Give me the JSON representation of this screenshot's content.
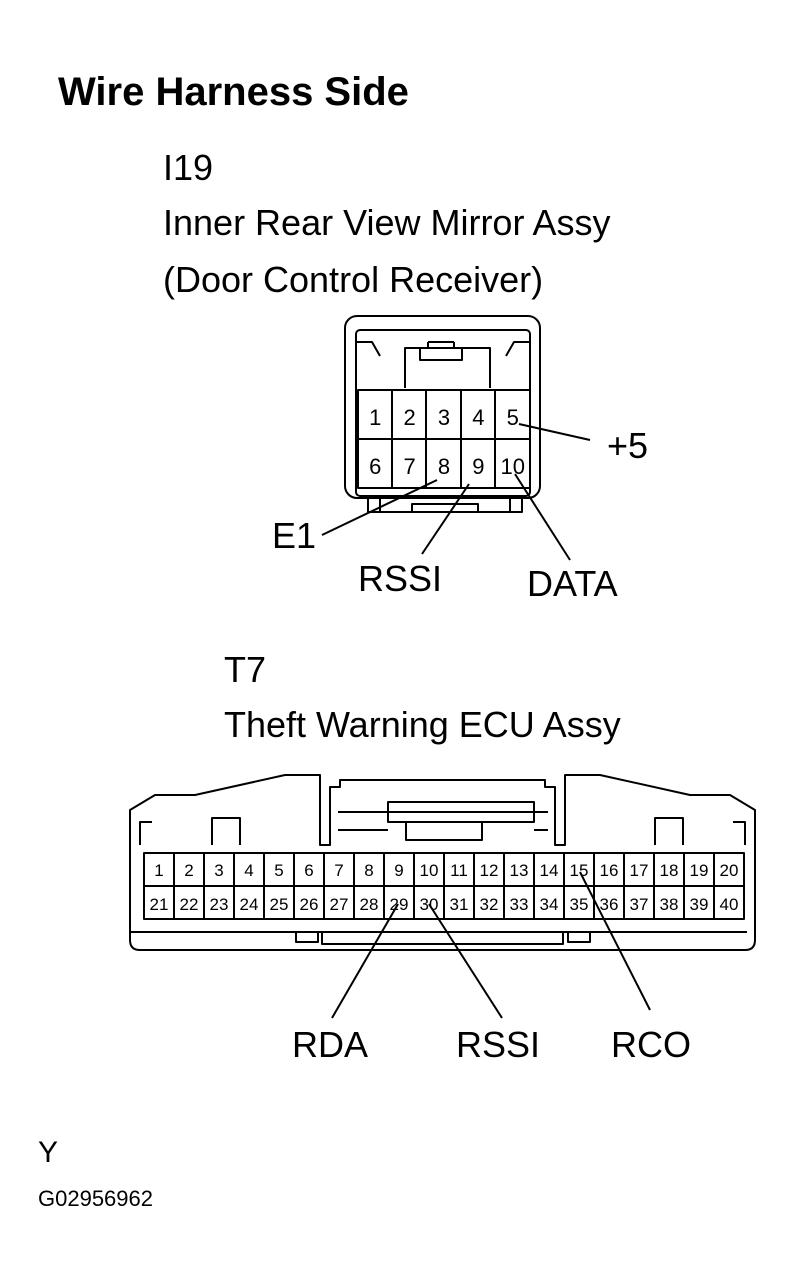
{
  "header": "Wire Harness Side",
  "connector_i19": {
    "code": "I19",
    "name": "Inner Rear View Mirror Assy",
    "subname": "(Door Control Receiver)",
    "pins_top": [
      "1",
      "2",
      "3",
      "4",
      "5"
    ],
    "pins_bottom": [
      "6",
      "7",
      "8",
      "9",
      "10"
    ],
    "callouts": {
      "plus5": "+5",
      "e1": "E1",
      "rssi": "RSSI",
      "data": "DATA"
    }
  },
  "connector_t7": {
    "code": "T7",
    "name": "Theft Warning ECU Assy",
    "pins_top": [
      "1",
      "2",
      "3",
      "4",
      "5",
      "6",
      "7",
      "8",
      "9",
      "10",
      "11",
      "12",
      "13",
      "14",
      "15",
      "16",
      "17",
      "18",
      "19",
      "20"
    ],
    "pins_bottom": [
      "21",
      "22",
      "23",
      "24",
      "25",
      "26",
      "27",
      "28",
      "29",
      "30",
      "31",
      "32",
      "33",
      "34",
      "35",
      "36",
      "37",
      "38",
      "39",
      "40"
    ],
    "callouts": {
      "rda": "RDA",
      "rssi": "RSSI",
      "rco": "RCO"
    }
  },
  "footer": {
    "letter": "Y",
    "figure_id": "G02956962"
  }
}
